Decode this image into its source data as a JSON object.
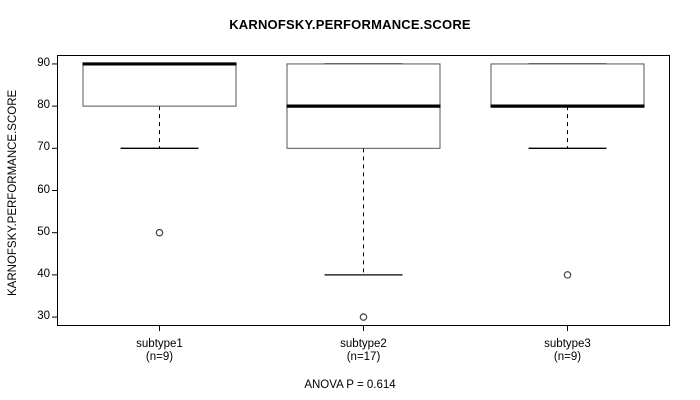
{
  "chart_data": {
    "type": "box",
    "title": "KARNOFSKY.PERFORMANCE.SCORE",
    "xlabel": "",
    "ylabel": "KARNOFSKY.PERFORMANCE.SCORE",
    "ylim": [
      28,
      92
    ],
    "yticks": [
      30,
      40,
      50,
      60,
      70,
      80,
      90
    ],
    "ytick_labels": [
      "30",
      "40",
      "50",
      "60",
      "70",
      "80",
      "90"
    ],
    "grid": false,
    "legend": null,
    "annotation": "ANOVA P = 0.614",
    "categories": [
      "subtype1",
      "subtype2",
      "subtype3"
    ],
    "category_labels": [
      {
        "name": "subtype1",
        "count_label": "(n=9)",
        "n": 9
      },
      {
        "name": "subtype2",
        "count_label": "(n=17)",
        "n": 17
      },
      {
        "name": "subtype3",
        "count_label": "(n=9)",
        "n": 9
      }
    ],
    "boxes": [
      {
        "category": "subtype1",
        "whisker_low": 70,
        "q1": 80,
        "median": 90,
        "q3": 90,
        "whisker_high": 90,
        "outliers": [
          50
        ]
      },
      {
        "category": "subtype2",
        "whisker_low": 40,
        "q1": 70,
        "median": 80,
        "q3": 90,
        "whisker_high": 90,
        "outliers": [
          30
        ]
      },
      {
        "category": "subtype3",
        "whisker_low": 70,
        "q1": 80,
        "median": 80,
        "q3": 90,
        "whisker_high": 90,
        "outliers": [
          40
        ]
      }
    ],
    "colors": {
      "box_fill": "#ffffff",
      "box_border": "#555555",
      "median_line": "#000000",
      "whisker_line": "#000000",
      "axis_line": "#000000",
      "outlier_stroke": "#444444",
      "background": "#ffffff"
    }
  }
}
